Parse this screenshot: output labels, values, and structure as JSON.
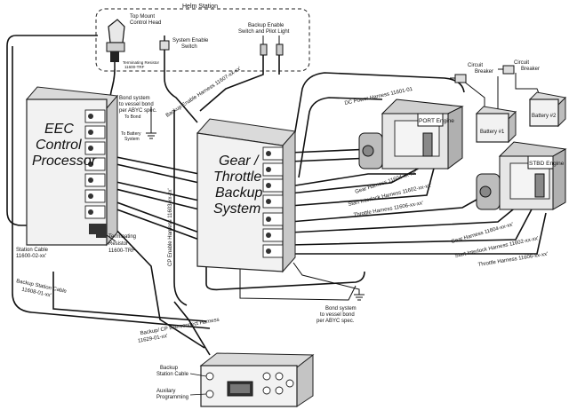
{
  "helm_station": {
    "title": "Helm Station",
    "control_head_label": [
      "Top Mount",
      "Control Head"
    ],
    "terminating_resistor_label": [
      "Terminating Resistor",
      "11600-TRF"
    ],
    "system_enable_label": [
      "System Enable",
      "Switch"
    ],
    "backup_enable_label": [
      "Backup Enable",
      "Switch and Pilot Light"
    ]
  },
  "eec": {
    "title": [
      "EEC",
      "Control",
      "Processor"
    ],
    "bond_label": [
      "Bond system",
      "to vessel bond",
      "per ABYC spec."
    ],
    "to_bond": "To Bond",
    "to_battery": [
      "To Battery",
      "System"
    ],
    "station_cable": [
      "Station Cable",
      "11600-02-xx'"
    ],
    "terminating_resistor": [
      "Terminating",
      "Resistor",
      "11600-TRF"
    ]
  },
  "gear": {
    "title": [
      "Gear /",
      "Throttle",
      "Backup",
      "System"
    ],
    "bond_label": [
      "Bond system",
      "to vessel bond",
      "per ABYC spec."
    ]
  },
  "harness": {
    "backup_enable": "Backup Enable Harness 11607-xx-xx'",
    "cp_enable": "CP Enable Harness 11603-xx-xx'",
    "dc_power": "DC Power Harness 11601-01",
    "backup_station_cable": [
      "Backup Station Cable",
      "11608-01-xx'"
    ],
    "backup_cp_interconnect": [
      "Backup/ CP Interconnect Harness",
      "11629-01-xx'"
    ],
    "port_gear": "Gear Harness 11604-xx-xx'",
    "port_start": "Start Interlock Harness 11602-xx-xx'",
    "port_throttle": "Throttle Harness 11606-xx-xx'",
    "stbd_gear": "Gear Harness 11604-xx-xx'",
    "stbd_start": "Start Interlock Harness 11602-xx-xx'",
    "stbd_throttle": "Throttle Harness 11606-xx-xx'"
  },
  "power": {
    "breaker1": [
      "Circuit",
      "Breaker"
    ],
    "breaker2": [
      "Circuit",
      "Breaker"
    ],
    "battery1": "Battery #1",
    "battery2": "Battery #2"
  },
  "engines": {
    "port": "PORT Engine",
    "stbd": "STBD Engine"
  },
  "backup_panel": {
    "station_cable": [
      "Backup",
      "Station Cable"
    ],
    "aux_programming": [
      "Auxilary",
      "Programming"
    ]
  }
}
